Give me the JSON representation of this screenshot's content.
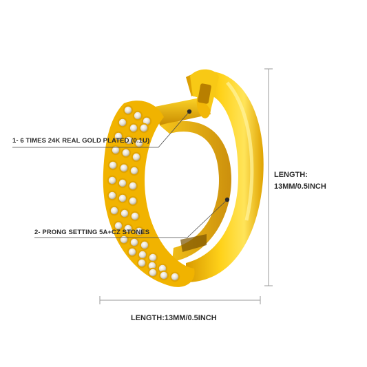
{
  "product": {
    "name": "gold huggie hoop earring with cz stones",
    "colors": {
      "gold": "#f2b707",
      "gold_dark": "#c68a00",
      "gold_light": "#ffe24a",
      "stone": "#e9e3d6",
      "text": "#2b2b2b"
    }
  },
  "annotations": [
    {
      "label": "1-  6 TIMES 24K REAL GOLD PLATED (0.1U)"
    },
    {
      "label": "2- PRONG SETTING 5A+CZ STONES"
    }
  ],
  "dimensions": {
    "height": {
      "title": "LENGTH:",
      "value": "13MM/0.5INCH"
    },
    "width": {
      "label": "LENGTH:13MM/0.5INCH"
    }
  }
}
